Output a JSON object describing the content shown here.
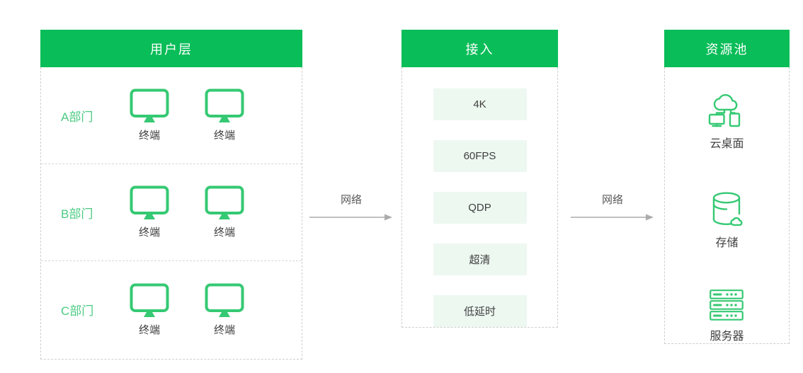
{
  "diagram": {
    "user_layer": {
      "title": "用户层",
      "departments": [
        {
          "name": "A部门",
          "terminals": [
            {
              "label": "终端",
              "icon": "monitor-icon"
            },
            {
              "label": "终端",
              "icon": "monitor-icon"
            }
          ]
        },
        {
          "name": "B部门",
          "terminals": [
            {
              "label": "终端",
              "icon": "monitor-icon"
            },
            {
              "label": "终端",
              "icon": "monitor-icon"
            }
          ]
        },
        {
          "name": "C部门",
          "terminals": [
            {
              "label": "终端",
              "icon": "monitor-icon"
            },
            {
              "label": "终端",
              "icon": "monitor-icon"
            }
          ]
        }
      ]
    },
    "access_layer": {
      "title": "接入",
      "features": [
        "4K",
        "60FPS",
        "QDP",
        "超清",
        "低延时"
      ]
    },
    "resource_pool": {
      "title": "资源池",
      "resources": [
        {
          "label": "云桌面",
          "icon": "cloud-desktop-icon"
        },
        {
          "label": "存储",
          "icon": "cloud-storage-icon"
        },
        {
          "label": "服务器",
          "icon": "server-icon"
        }
      ]
    },
    "connections": [
      {
        "label": "网络"
      },
      {
        "label": "网络"
      }
    ],
    "colors": {
      "header_green": "#09BD58",
      "icon_green": "#35C973",
      "department_green": "#4ACB81",
      "feature_box_bg": "#EDF8F1",
      "dashed_border": "#CFCFCF",
      "text_dark": "#404040",
      "arrow_gray": "#ACACAC"
    }
  }
}
